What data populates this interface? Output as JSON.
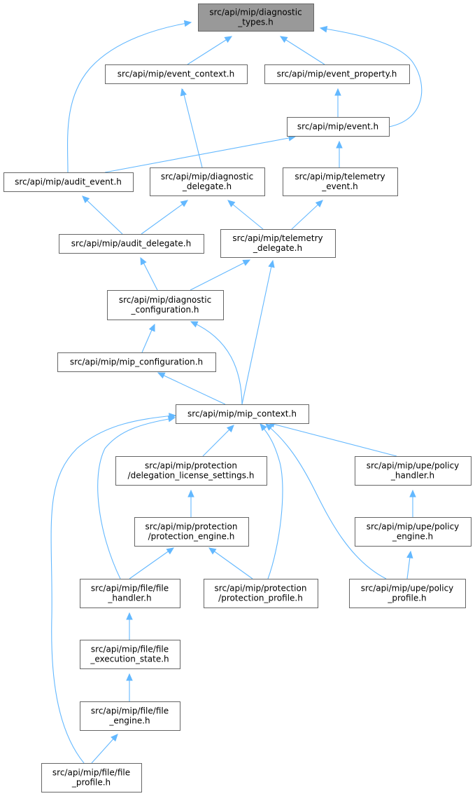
{
  "graph": {
    "nodes": [
      {
        "id": "diagnostic_types",
        "lines": [
          "src/api/mip/diagnostic",
          "_types.h"
        ],
        "root": true
      },
      {
        "id": "event_context",
        "lines": [
          "src/api/mip/event_context.h"
        ]
      },
      {
        "id": "event_property",
        "lines": [
          "src/api/mip/event_property.h"
        ]
      },
      {
        "id": "event",
        "lines": [
          "src/api/mip/event.h"
        ]
      },
      {
        "id": "audit_event",
        "lines": [
          "src/api/mip/audit_event.h"
        ]
      },
      {
        "id": "diagnostic_delegate",
        "lines": [
          "src/api/mip/diagnostic",
          "_delegate.h"
        ]
      },
      {
        "id": "telemetry_event",
        "lines": [
          "src/api/mip/telemetry",
          "_event.h"
        ]
      },
      {
        "id": "audit_delegate",
        "lines": [
          "src/api/mip/audit_delegate.h"
        ]
      },
      {
        "id": "telemetry_delegate",
        "lines": [
          "src/api/mip/telemetry",
          "_delegate.h"
        ]
      },
      {
        "id": "diagnostic_configuration",
        "lines": [
          "src/api/mip/diagnostic",
          "_configuration.h"
        ]
      },
      {
        "id": "mip_configuration",
        "lines": [
          "src/api/mip/mip_configuration.h"
        ]
      },
      {
        "id": "mip_context",
        "lines": [
          "src/api/mip/mip_context.h"
        ]
      },
      {
        "id": "delegation_license_settings",
        "lines": [
          "src/api/mip/protection",
          "/delegation_license_settings.h"
        ]
      },
      {
        "id": "policy_handler",
        "lines": [
          "src/api/mip/upe/policy",
          "_handler.h"
        ]
      },
      {
        "id": "protection_engine",
        "lines": [
          "src/api/mip/protection",
          "/protection_engine.h"
        ]
      },
      {
        "id": "policy_engine",
        "lines": [
          "src/api/mip/upe/policy",
          "_engine.h"
        ]
      },
      {
        "id": "file_handler",
        "lines": [
          "src/api/mip/file/file",
          "_handler.h"
        ]
      },
      {
        "id": "protection_profile",
        "lines": [
          "src/api/mip/protection",
          "/protection_profile.h"
        ]
      },
      {
        "id": "policy_profile",
        "lines": [
          "src/api/mip/upe/policy",
          "_profile.h"
        ]
      },
      {
        "id": "file_execution_state",
        "lines": [
          "src/api/mip/file/file",
          "_execution_state.h"
        ]
      },
      {
        "id": "file_engine",
        "lines": [
          "src/api/mip/file/file",
          "_engine.h"
        ]
      },
      {
        "id": "file_profile",
        "lines": [
          "src/api/mip/file/file",
          "_profile.h"
        ]
      }
    ],
    "edges": [
      {
        "from": "event_context",
        "to": "diagnostic_types"
      },
      {
        "from": "event_property",
        "to": "diagnostic_types"
      },
      {
        "from": "event",
        "to": "diagnostic_types"
      },
      {
        "from": "audit_event",
        "to": "diagnostic_types"
      },
      {
        "from": "event",
        "to": "event_property"
      },
      {
        "from": "audit_event",
        "to": "event"
      },
      {
        "from": "telemetry_event",
        "to": "event"
      },
      {
        "from": "diagnostic_delegate",
        "to": "event_context"
      },
      {
        "from": "audit_delegate",
        "to": "audit_event"
      },
      {
        "from": "audit_delegate",
        "to": "diagnostic_delegate"
      },
      {
        "from": "telemetry_delegate",
        "to": "diagnostic_delegate"
      },
      {
        "from": "telemetry_delegate",
        "to": "telemetry_event"
      },
      {
        "from": "diagnostic_configuration",
        "to": "audit_delegate"
      },
      {
        "from": "diagnostic_configuration",
        "to": "telemetry_delegate"
      },
      {
        "from": "mip_configuration",
        "to": "diagnostic_configuration"
      },
      {
        "from": "mip_context",
        "to": "diagnostic_configuration"
      },
      {
        "from": "mip_context",
        "to": "telemetry_delegate"
      },
      {
        "from": "mip_context",
        "to": "mip_configuration"
      },
      {
        "from": "delegation_license_settings",
        "to": "mip_context"
      },
      {
        "from": "policy_handler",
        "to": "mip_context"
      },
      {
        "from": "file_handler",
        "to": "mip_context"
      },
      {
        "from": "protection_profile",
        "to": "mip_context"
      },
      {
        "from": "policy_profile",
        "to": "mip_context"
      },
      {
        "from": "file_profile",
        "to": "mip_context"
      },
      {
        "from": "protection_engine",
        "to": "delegation_license_settings"
      },
      {
        "from": "policy_engine",
        "to": "policy_handler"
      },
      {
        "from": "file_handler",
        "to": "protection_engine"
      },
      {
        "from": "protection_profile",
        "to": "protection_engine"
      },
      {
        "from": "policy_profile",
        "to": "policy_engine"
      },
      {
        "from": "file_execution_state",
        "to": "file_handler"
      },
      {
        "from": "file_engine",
        "to": "file_execution_state"
      },
      {
        "from": "file_profile",
        "to": "file_engine"
      }
    ]
  },
  "colors": {
    "edge": "#63b8ff",
    "root_fill": "#999999",
    "node_fill": "#ffffff",
    "node_stroke": "#666666"
  }
}
